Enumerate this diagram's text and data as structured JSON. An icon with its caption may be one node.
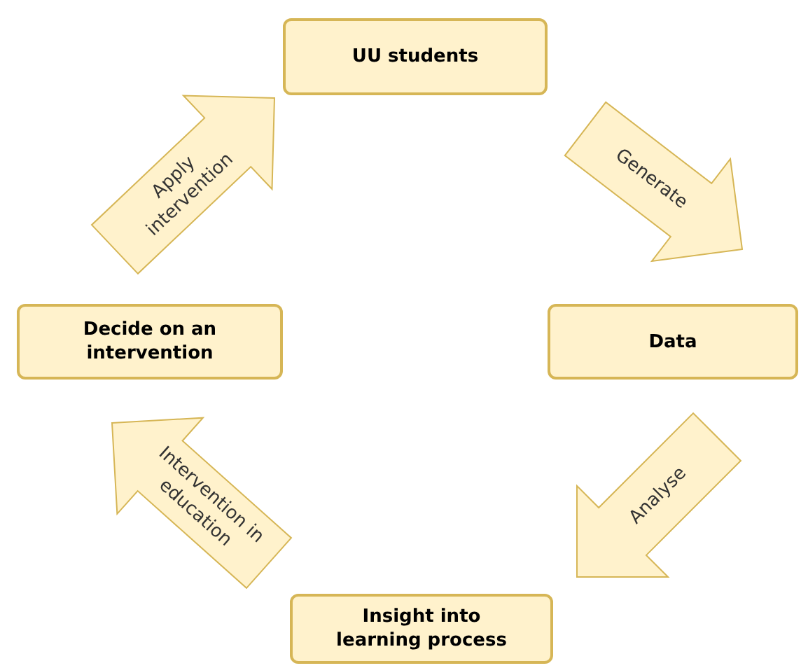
{
  "diagram": {
    "nodes": [
      {
        "text": [
          "UU students"
        ]
      },
      {
        "text": [
          "Data"
        ]
      },
      {
        "text": [
          "Insight into learning process"
        ]
      },
      {
        "text": [
          "Decide on an intervention"
        ]
      }
    ],
    "edges": [
      {
        "from": 0,
        "to": 1,
        "arrow": "to",
        "label": "Generate"
      },
      {
        "from": 1,
        "to": 2,
        "arrow": "to",
        "label": "Analyse"
      },
      {
        "from": 2,
        "to": 3,
        "arrow": "to",
        "label": "Intervention in education"
      },
      {
        "from": 3,
        "to": 0,
        "arrow": "to",
        "label": "Apply intervention"
      }
    ]
  }
}
